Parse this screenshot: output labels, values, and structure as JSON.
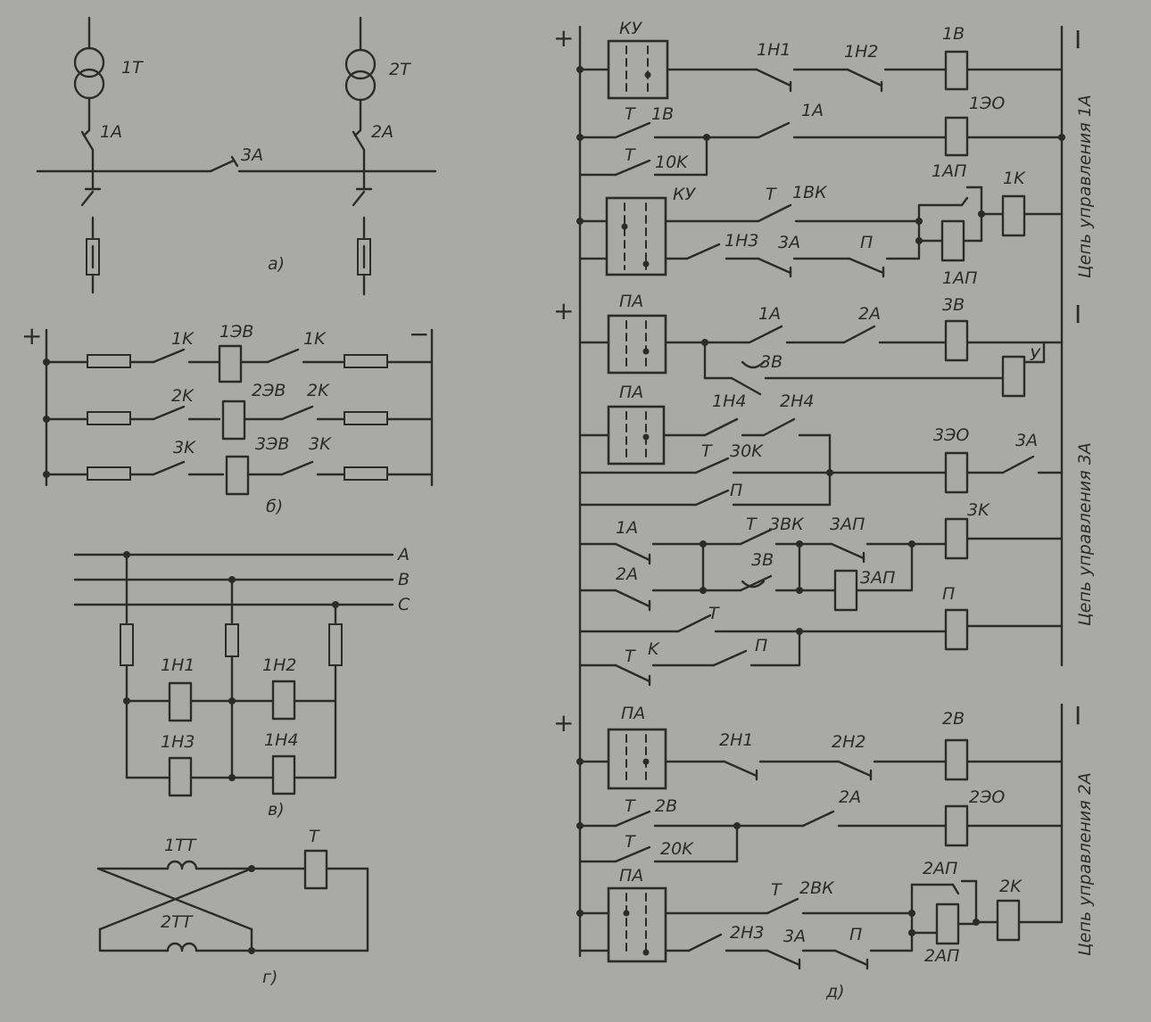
{
  "plus": "+",
  "minus": "−",
  "bar_mark": "I",
  "panel_a": {
    "caption": "а)",
    "transformers": [
      "1T",
      "2T"
    ],
    "breakers": [
      "1A",
      "2A",
      "3A"
    ]
  },
  "panel_b": {
    "caption": "б)",
    "rows": [
      {
        "contact": "1K",
        "coil": "1ЭВ"
      },
      {
        "contact": "2K",
        "coil": "2ЭВ"
      },
      {
        "contact": "3K",
        "coil": "3ЭВ"
      }
    ]
  },
  "panel_v": {
    "caption": "в)",
    "phases": [
      "A",
      "B",
      "C"
    ],
    "relays": [
      "1H1",
      "1H2",
      "1H3",
      "1H4"
    ]
  },
  "panel_g": {
    "caption": "г)",
    "ct_top": "1TT",
    "ct_bottom": "2TT",
    "relay": "T"
  },
  "panel_d": {
    "caption": "д)",
    "circuit_labels": [
      "Цепь управления 1A",
      "Цепь управления 3A",
      "Цепь управления 2A"
    ],
    "c1": {
      "ku_top": "КУ",
      "ku_bot": "КУ",
      "n1": "1H1",
      "n2": "1H2",
      "coil_1v": "1B",
      "btn_1v": "1B",
      "btn_10k": "10K",
      "a1": "1A",
      "coil_1eo": "1ЭО",
      "btn_1vk": "1ВК",
      "n3": "1H3",
      "a3": "3A",
      "p": "П",
      "ap_top": "1АП",
      "ap_bot": "1АП",
      "coil_1k": "1K"
    },
    "c3": {
      "pa1": "ПА",
      "pa2": "ПА",
      "a1": "1A",
      "a2": "2A",
      "coil_3v": "3B",
      "contact_3v": "3B",
      "relay_u": "У",
      "n4a": "1H4",
      "n4b": "2H4",
      "btn_30k": "30K",
      "p": "П",
      "coil_3eo": "3ЭО",
      "a3": "3A",
      "a1b": "1A",
      "a2b": "2A",
      "btn_3vk": "3ВК",
      "ap_c": "3АП",
      "contact_3v_b": "3B",
      "ap_coil": "3АП",
      "coil_3k": "3K",
      "t": "T",
      "btn_k": "K",
      "p2": "П",
      "coil_p": "П"
    },
    "c2": {
      "pa1": "ПА",
      "pa2": "ПА",
      "n1": "2H1",
      "n2": "2H2",
      "coil_2v": "2B",
      "btn_2v": "2B",
      "btn_20k": "20K",
      "a2": "2A",
      "coil_2eo": "2ЭО",
      "btn_2vk": "2ВК",
      "n3": "2H3",
      "a3": "3A",
      "p": "П",
      "ap_top": "2АП",
      "ap_bot": "2АП",
      "coil_2k": "2K"
    }
  }
}
